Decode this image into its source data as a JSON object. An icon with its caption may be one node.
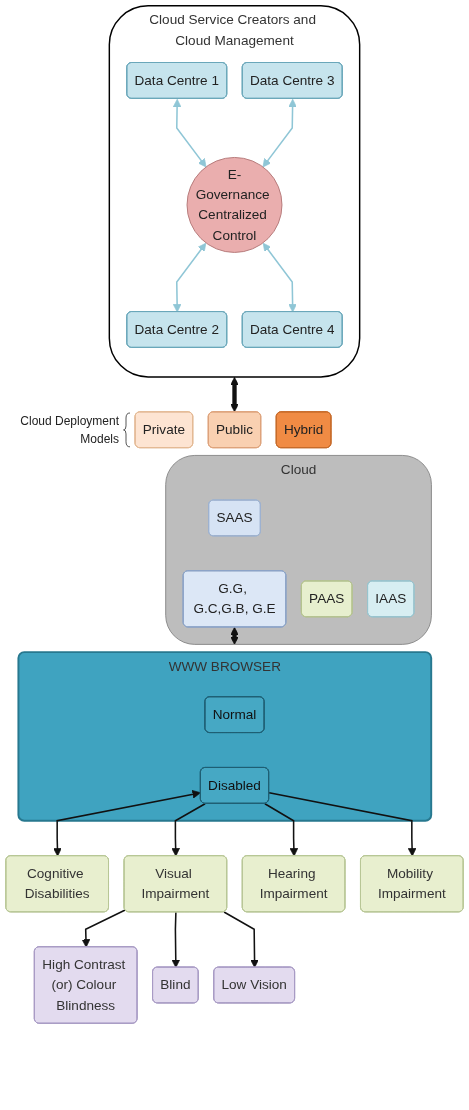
{
  "diagram": {
    "nodes": [
      {
        "text": [
          "Cloud Service Creators and Cloud Management"
        ]
      },
      {
        "text": [
          "Data Centre 1"
        ],
        "in": 0
      },
      {
        "text": [
          "E-Governance Centralized Control"
        ],
        "in": 0
      },
      {
        "text": [
          "Data Centre 3"
        ],
        "in": 0
      },
      {
        "text": [
          "Data Centre 2"
        ],
        "in": 0
      },
      {
        "text": [
          "Data Centre 4"
        ],
        "in": 0
      },
      {
        "text": [
          "Private"
        ]
      },
      {
        "text": [
          "Public"
        ]
      },
      {
        "text": [
          "Hybrid"
        ]
      },
      {
        "text": [
          "Cloud"
        ]
      },
      {
        "text": [
          "SAAS"
        ],
        "in": 9
      },
      {
        "text": [
          "G.G, G.C,G.B, G.E"
        ],
        "in": 9
      },
      {
        "text": [
          "PAAS"
        ],
        "in": 9
      },
      {
        "text": [
          "IAAS"
        ],
        "in": 9
      },
      {
        "text": [
          "WWW BROWSER"
        ]
      },
      {
        "text": [
          "Normal"
        ],
        "in": 14
      },
      {
        "text": [
          "Disabled"
        ],
        "in": 14
      },
      {
        "text": [
          "Cognitive Disabilities"
        ]
      },
      {
        "text": [
          "Visual Impairment"
        ]
      },
      {
        "text": [
          "Hearing Impairment"
        ]
      },
      {
        "text": [
          "Mobility Impairment"
        ]
      },
      {
        "text": [
          "High Contrast (or) Colour Blindness"
        ]
      },
      {
        "text": [
          "Blind"
        ]
      },
      {
        "text": [
          "Low Vision"
        ]
      }
    ],
    "edges": [
      {
        "from": 1,
        "to": 2,
        "arrow": "both",
        "color": "#8fc6d6"
      },
      {
        "from": 2,
        "to": 4,
        "arrow": "both",
        "color": "#8fc6d6"
      },
      {
        "from": 3,
        "to": 2,
        "arrow": "both",
        "color": "#8fc6d6"
      },
      {
        "from": 2,
        "to": 5,
        "arrow": "both",
        "color": "#8fc6d6"
      },
      {
        "from": 0,
        "to": 7,
        "arrow": "both",
        "style": "thick"
      },
      {
        "from": 11,
        "to": 14,
        "arrow": "both",
        "style": "thick"
      },
      {
        "from": 16,
        "to": 17,
        "arrow": "both"
      },
      {
        "from": 16,
        "to": 18,
        "arrow": "to"
      },
      {
        "from": 16,
        "to": 19,
        "arrow": "to"
      },
      {
        "from": 16,
        "to": 20,
        "arrow": "to"
      },
      {
        "from": 18,
        "to": 21,
        "arrow": "to"
      },
      {
        "from": 18,
        "to": 22,
        "arrow": "to"
      },
      {
        "from": 18,
        "to": 23,
        "arrow": "to"
      }
    ],
    "labels": [
      "Cloud Deployment Models"
    ]
  }
}
